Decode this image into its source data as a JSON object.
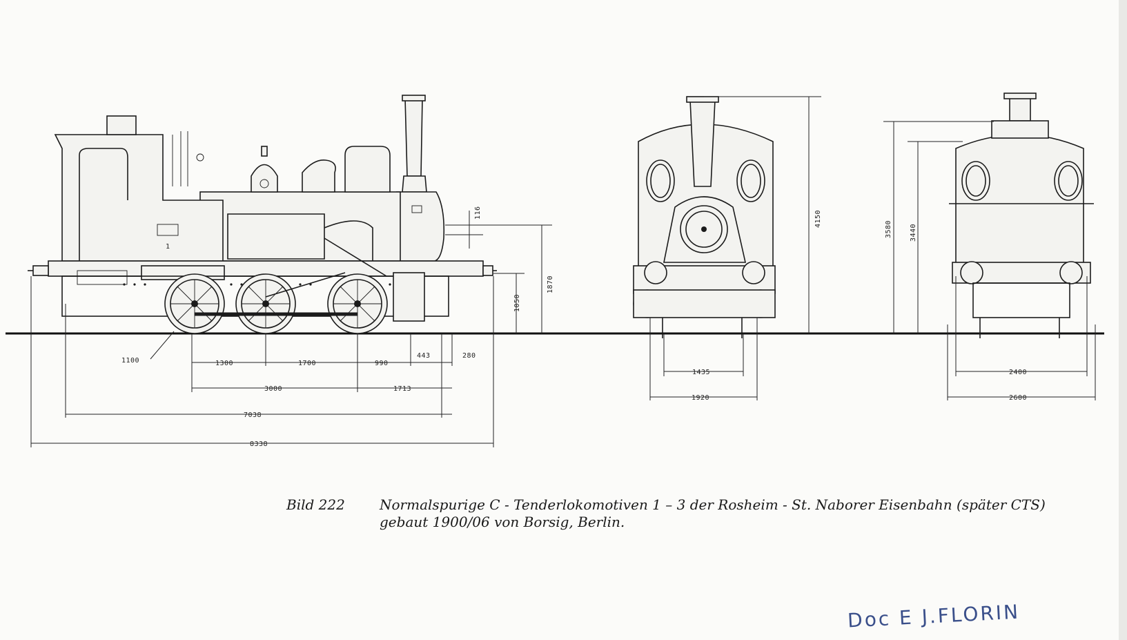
{
  "caption": {
    "figure_label": "Bild 222",
    "line1": "Normalspurige C - Tenderlokomotiven 1 – 3 der Rosheim - St. Naborer Eisenbahn (später CTS)",
    "line2": "gebaut 1900/06 von Borsig, Berlin."
  },
  "side_view": {
    "loco_number": "1",
    "dimensions": {
      "d116": "116",
      "d1870": "1870",
      "d1050": "1050",
      "d1100": "1100",
      "d1300": "1300",
      "d1700": "1700",
      "d990": "990",
      "d443": "443",
      "d280": "280",
      "d3000": "3000",
      "d1713": "1713",
      "d7038": "7038",
      "d8338": "8338"
    }
  },
  "front_view": {
    "dimensions": {
      "d4150": "4150",
      "d1435": "1435",
      "d1920": "1920"
    }
  },
  "rear_view": {
    "dimensions": {
      "d3580": "3580",
      "d3440": "3440",
      "d2400": "2400",
      "d2600": "2600"
    }
  },
  "signature_text": "Doc E J.FLORIN"
}
